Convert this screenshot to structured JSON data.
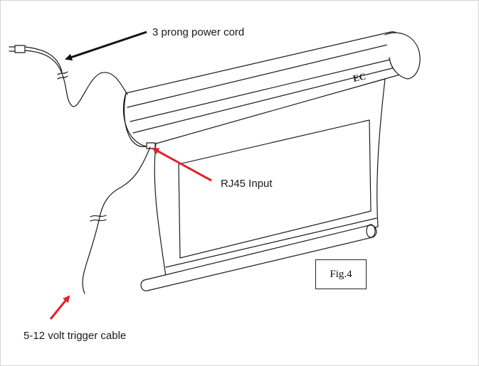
{
  "callouts": {
    "power_cord": "3 prong power cord",
    "rj45": "RJ45 Input",
    "trigger": "5-12 volt trigger cable"
  },
  "figure_label": "Fig.4",
  "logo_text": "EC",
  "colors": {
    "line_art": "#1a1a1a",
    "arrow_black": "#111111",
    "arrow_red": "#e0232b",
    "background": "#ffffff",
    "frame": "#d4d4d4"
  }
}
